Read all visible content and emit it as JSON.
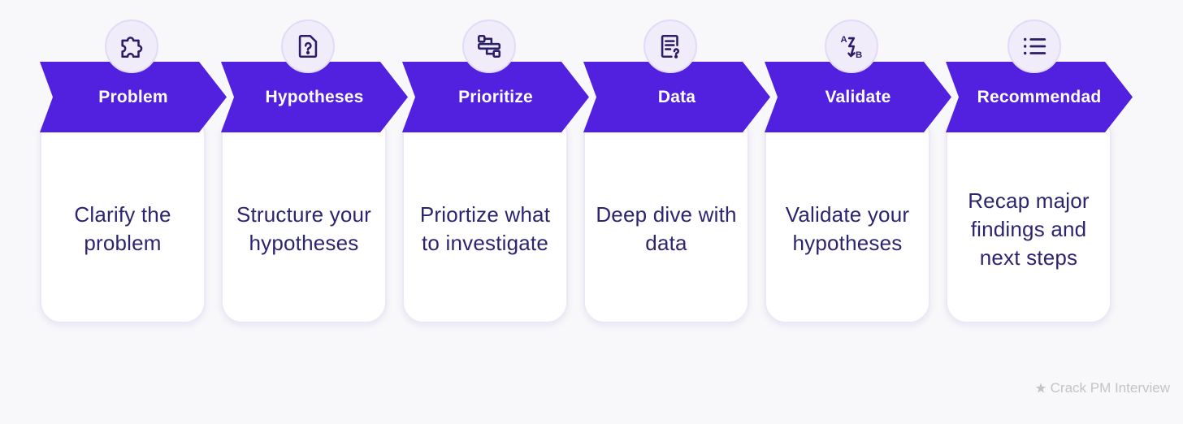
{
  "steps": [
    {
      "label": "Problem",
      "description": "Clarify the problem",
      "icon": "puzzle-icon"
    },
    {
      "label": "Hypotheses",
      "description": "Structure your hypotheses",
      "icon": "question-file-icon"
    },
    {
      "label": "Prioritize",
      "description": "Priortize what to investigate",
      "icon": "flow-icon"
    },
    {
      "label": "Data",
      "description": "Deep dive with data",
      "icon": "document-question-icon"
    },
    {
      "label": "Validate",
      "description": "Validate your hypotheses",
      "icon": "a-to-b-icon"
    },
    {
      "label": "Recommendad",
      "description": "Recap major findings and next steps",
      "icon": "list-icon"
    }
  ],
  "icon_glyphs": {
    "a": "A",
    "b": "B"
  },
  "watermark": "Crack PM Interview",
  "colors": {
    "banner": "#5221e0",
    "text": "#2d2470",
    "icon": "#2a1f66",
    "icon_bg": "#f0ecfa"
  }
}
